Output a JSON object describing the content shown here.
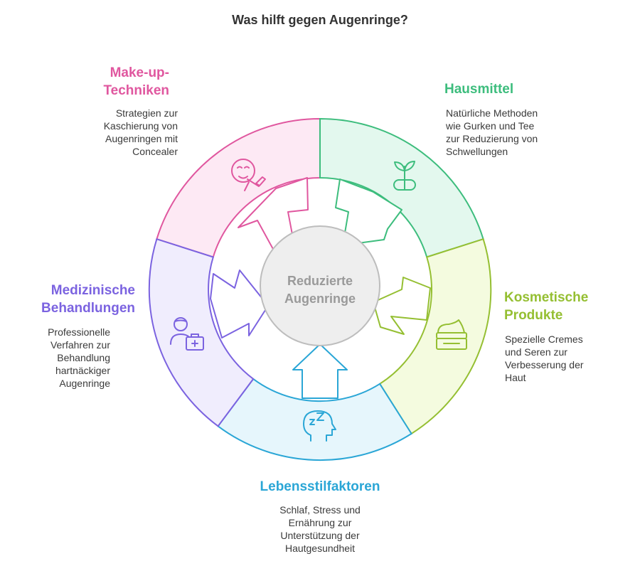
{
  "title": "Was hilft gegen Augenringe?",
  "center": {
    "line1": "Reduzierte",
    "line2": "Augenringe"
  },
  "segments": {
    "makeup": {
      "title_line1": "Make-up-",
      "title_line2": "Techniken",
      "desc": [
        "Strategien zur",
        "Kaschierung von",
        "Augenringen mit",
        "Concealer"
      ],
      "color": "#e0579f",
      "fill": "#fde9f4",
      "icon": "face-brush-icon"
    },
    "home": {
      "title": "Hausmittel",
      "desc": [
        "Natürliche Methoden",
        "wie Gurken und Tee",
        "zur Reduzierung von",
        "Schwellungen"
      ],
      "color": "#3dbd7d",
      "fill": "#e3f8ee",
      "icon": "plant-pill-icon"
    },
    "cosmetic": {
      "title_line1": "Kosmetische",
      "title_line2": "Produkte",
      "desc": [
        "Spezielle Cremes",
        "und Seren zur",
        "Verbesserung der",
        "Haut"
      ],
      "color": "#95bf32",
      "fill": "#f4fbdf",
      "icon": "cream-jar-icon"
    },
    "lifestyle": {
      "title": "Lebensstilfaktoren",
      "desc": [
        "Schlaf, Stress und",
        "Ernährung zur",
        "Unterstützung der",
        "Hautgesundheit"
      ],
      "color": "#2aa6d6",
      "fill": "#e6f6fc",
      "icon": "sleep-head-icon"
    },
    "medical": {
      "title_line1": "Medizinische",
      "title_line2": "Behandlungen",
      "desc": [
        "Professionelle",
        "Verfahren zur",
        "Behandlung",
        "hartnäckiger",
        "Augenringe"
      ],
      "color": "#7b63e0",
      "fill": "#f0edfd",
      "icon": "doctor-kit-icon"
    }
  }
}
